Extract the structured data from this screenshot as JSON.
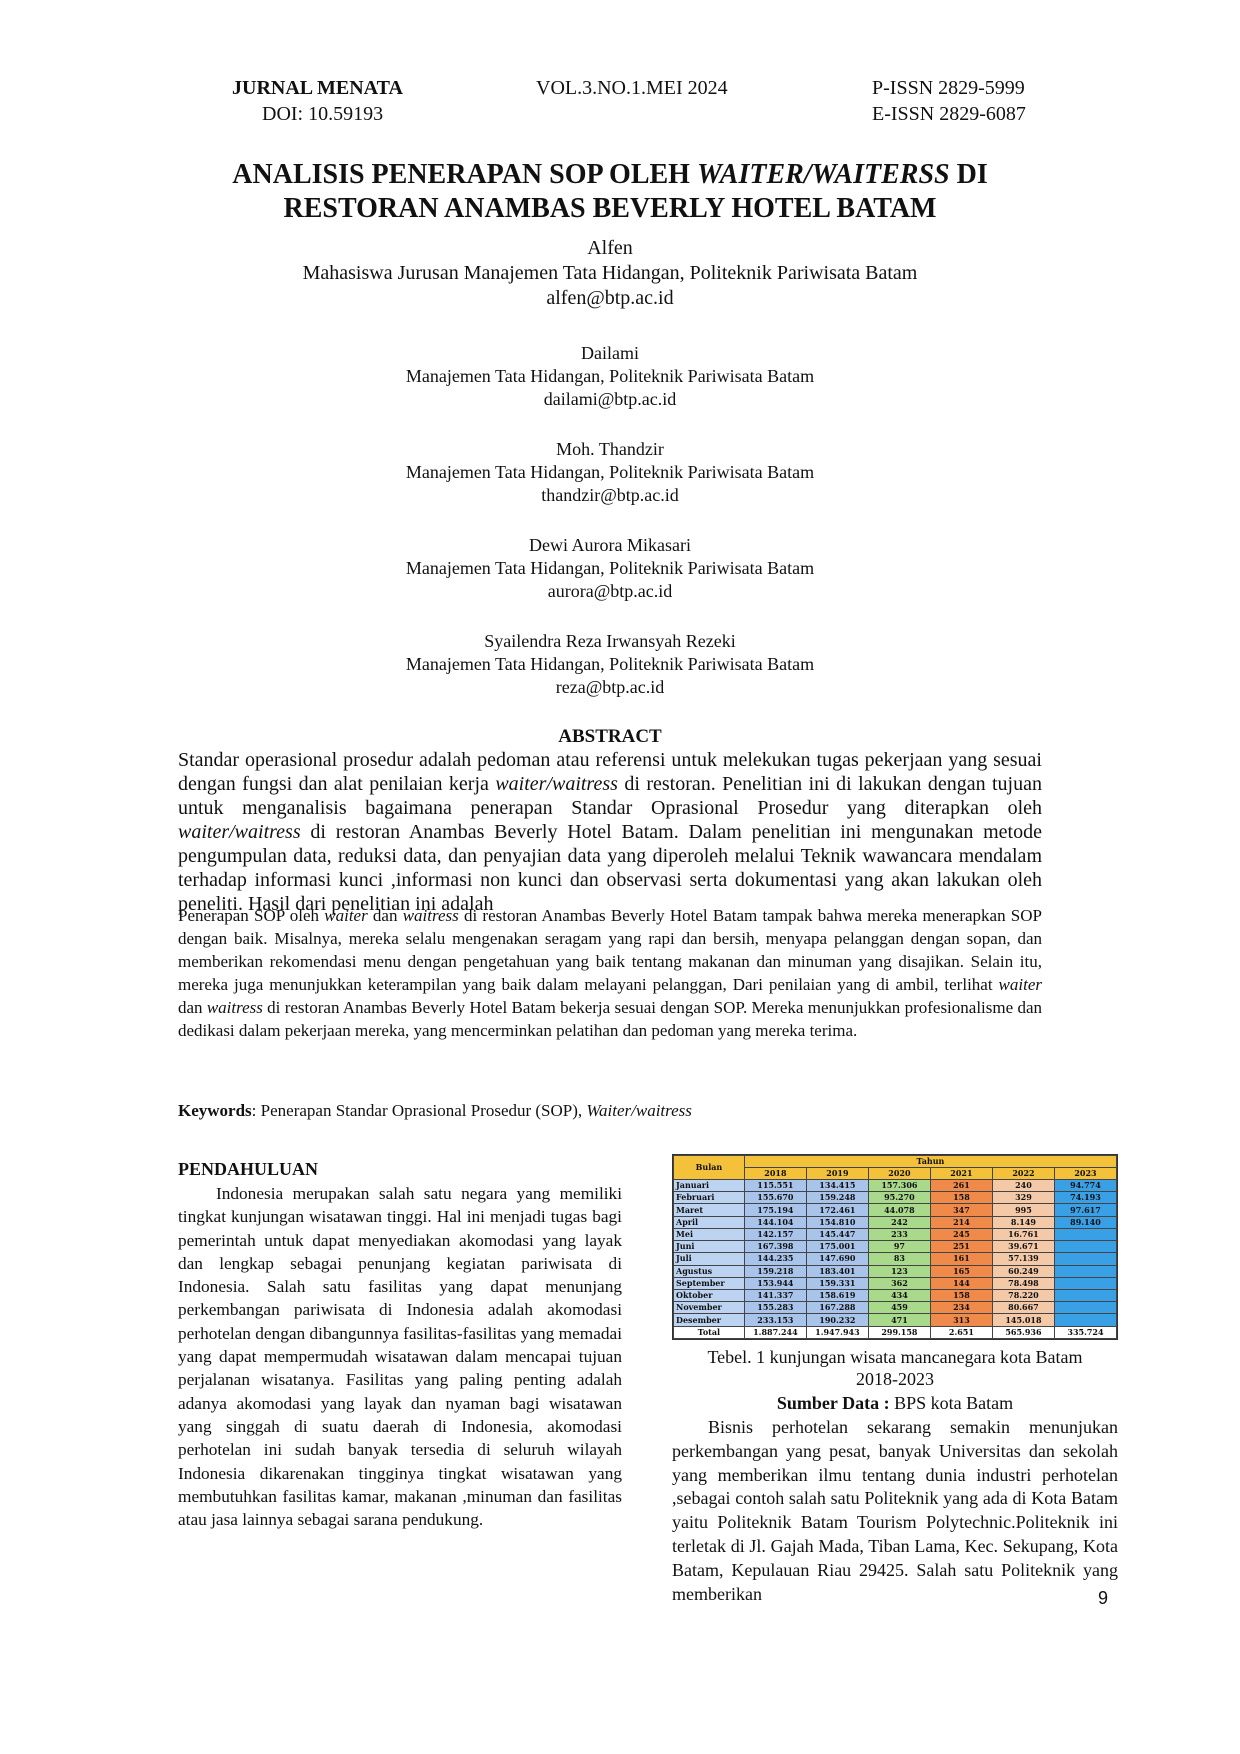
{
  "header": {
    "journal": "JURNAL MENATA",
    "volume": "VOL.3.NO.1.MEI 2024",
    "pissn": "P-ISSN 2829-5999",
    "doi": "DOI: 10.59193",
    "eissn": "E-ISSN 2829-6087"
  },
  "title": {
    "part1": "ANALISIS PENERAPAN SOP OLEH ",
    "part2_italic": "WAITER/WAITERSS",
    "part3": " DI",
    "line2": "RESTORAN ANAMBAS BEVERLY HOTEL BATAM"
  },
  "authors": [
    {
      "name": "Alfen",
      "affiliation": "Mahasiswa Jurusan Manajemen Tata Hidangan, Politeknik Pariwisata Batam",
      "email": "alfen@btp.ac.id"
    },
    {
      "name": "Dailami",
      "affiliation": "Manajemen Tata Hidangan, Politeknik Pariwisata Batam",
      "email": "dailami@btp.ac.id"
    },
    {
      "name": "Moh. Thandzir",
      "affiliation": "Manajemen Tata Hidangan, Politeknik Pariwisata Batam",
      "email": "thandzir@btp.ac.id"
    },
    {
      "name": "Dewi Aurora Mikasari",
      "affiliation": "Manajemen Tata Hidangan, Politeknik Pariwisata Batam",
      "email": "aurora@btp.ac.id"
    },
    {
      "name": "Syailendra Reza Irwansyah Rezeki",
      "affiliation": "Manajemen Tata Hidangan, Politeknik Pariwisata Batam",
      "email": "reza@btp.ac.id"
    }
  ],
  "abstract": {
    "heading": "ABSTRACT",
    "p1a": "Standar operasional prosedur adalah pedoman atau referensi untuk melekukan tugas pekerjaan yang sesuai dengan fungsi dan alat penilaian kerja ",
    "p1b": "waiter/waitress",
    "p1c": " di restoran. Penelitian ini di lakukan dengan tujuan untuk menganalisis  bagaimana penerapan Standar Oprasional Prosedur yang diterapkan oleh ",
    "p1d": "waiter/waitress",
    "p1e": " di restoran Anambas Beverly Hotel Batam. Dalam penelitian ini mengunakan metode pengumpulan data, reduksi data, dan penyajian data yang diperoleh melalui Teknik wawancara mendalam terhadap informasi kunci ,informasi non kunci dan observasi serta dokumentasi yang akan lakukan oleh peneliti. Hasil dari penelitian ini adalah ",
    "p2a": "Penerapan SOP oleh ",
    "p2b": "waiter",
    "p2c": " dan ",
    "p2d": "waitress",
    "p2e": " di restoran Anambas Beverly Hotel Batam tampak bahwa mereka menerapkan SOP dengan baik. Misalnya, mereka selalu mengenakan seragam yang rapi dan bersih, menyapa pelanggan dengan sopan, dan memberikan rekomendasi menu dengan pengetahuan yang baik tentang makanan dan minuman yang disajikan. Selain itu, mereka juga menunjukkan keterampilan yang baik dalam melayani pelanggan, Dari penilaian yang di ambil, terlihat ",
    "p2f": "waiter",
    "p2g": " dan ",
    "p2h": "waitress",
    "p2i": " di restoran Anambas Beverly Hotel Batam bekerja sesuai dengan SOP. Mereka menunjukkan profesionalisme dan dedikasi dalam pekerjaan mereka, yang mencerminkan pelatihan dan pedoman yang mereka terima."
  },
  "keywords": {
    "label": "Keywords",
    "text": ": Penerapan Standar Oprasional Prosedur (SOP), ",
    "italic": "Waiter/waitress"
  },
  "intro": {
    "heading": "PENDAHULUAN",
    "text": "Indonesia merupakan salah satu negara yang memiliki tingkat kunjungan wisatawan tinggi. Hal ini menjadi tugas bagi pemerintah untuk dapat menyediakan akomodasi yang layak dan lengkap sebagai penunjang kegiatan pariwisata di Indonesia. Salah satu fasilitas yang dapat menunjang perkembangan pariwisata di Indonesia adalah akomodasi perhotelan dengan dibangunnya fasilitas-fasilitas yang memadai yang dapat mempermudah wisatawan dalam mencapai tujuan perjalanan wisatanya. Fasilitas yang paling penting adalah adanya akomodasi yang layak dan nyaman bagi wisatawan yang singgah di suatu daerah di Indonesia, akomodasi perhotelan ini sudah banyak tersedia di seluruh wilayah Indonesia dikarenakan tingginya tingkat wisatawan yang membutuhkan fasilitas kamar, makanan ,minuman dan fasilitas atau jasa lainnya sebagai sarana pendukung."
  },
  "table": {
    "col_bulan": "Bulan",
    "col_tahun": "Tahun",
    "years": [
      "2018",
      "2019",
      "2020",
      "2021",
      "2022",
      "2023"
    ],
    "rows": [
      {
        "month": "Januari",
        "v": [
          "115.551",
          "134.415",
          "157.306",
          "261",
          "240",
          "94.774"
        ]
      },
      {
        "month": "Februari",
        "v": [
          "155.670",
          "159.248",
          "95.270",
          "158",
          "329",
          "74.193"
        ]
      },
      {
        "month": "Maret",
        "v": [
          "175.194",
          "172.461",
          "44.078",
          "347",
          "995",
          "97.617"
        ]
      },
      {
        "month": "April",
        "v": [
          "144.104",
          "154.810",
          "242",
          "214",
          "8.149",
          "89.140"
        ]
      },
      {
        "month": "Mei",
        "v": [
          "142.157",
          "145.447",
          "233",
          "245",
          "16.761",
          ""
        ]
      },
      {
        "month": "Juni",
        "v": [
          "167.398",
          "175.001",
          "97",
          "251",
          "39.671",
          ""
        ]
      },
      {
        "month": "Juli",
        "v": [
          "144.235",
          "147.690",
          "83",
          "161",
          "57.139",
          ""
        ]
      },
      {
        "month": "Agustus",
        "v": [
          "159.218",
          "183.401",
          "123",
          "165",
          "60.249",
          ""
        ]
      },
      {
        "month": "September",
        "v": [
          "153.944",
          "159.331",
          "362",
          "144",
          "78.498",
          ""
        ]
      },
      {
        "month": "Oktober",
        "v": [
          "141.337",
          "158.619",
          "434",
          "158",
          "78.220",
          ""
        ]
      },
      {
        "month": "November",
        "v": [
          "155.283",
          "167.288",
          "459",
          "234",
          "80.667",
          ""
        ]
      },
      {
        "month": "Desember",
        "v": [
          "233.153",
          "190.232",
          "471",
          "313",
          "145.018",
          ""
        ]
      },
      {
        "month": "Total",
        "v": [
          "1.887.244",
          "1.947.943",
          "299.158",
          "2.651",
          "565.936",
          "335.724"
        ]
      }
    ],
    "colors": {
      "header": "#f3c23a",
      "y2018": "#a9c4ea",
      "y2020": "#a9d98a",
      "y2021": "#f08a4b",
      "y2022": "#f4c9a8",
      "y2023": "#3aa0e6"
    }
  },
  "caption": {
    "line1": "Tebel. 1 kunjungan wisata mancanegara kota Batam",
    "line2": "2018-2023",
    "source_label": "Sumber Data :",
    "source_text": " BPS kota Batam"
  },
  "right_text": "Bisnis perhotelan sekarang semakin menunjukan perkembangan yang pesat, banyak Universitas dan sekolah yang memberikan ilmu tentang dunia industri perhotelan ,sebagai contoh salah satu Politeknik yang ada di Kota Batam yaitu Politeknik Batam Tourism Polytechnic.Politeknik  ini terletak di Jl. Gajah Mada, Tiban Lama, Kec. Sekupang, Kota Batam, Kepulauan Riau 29425. Salah satu Politeknik yang memberikan",
  "page_number": "9"
}
